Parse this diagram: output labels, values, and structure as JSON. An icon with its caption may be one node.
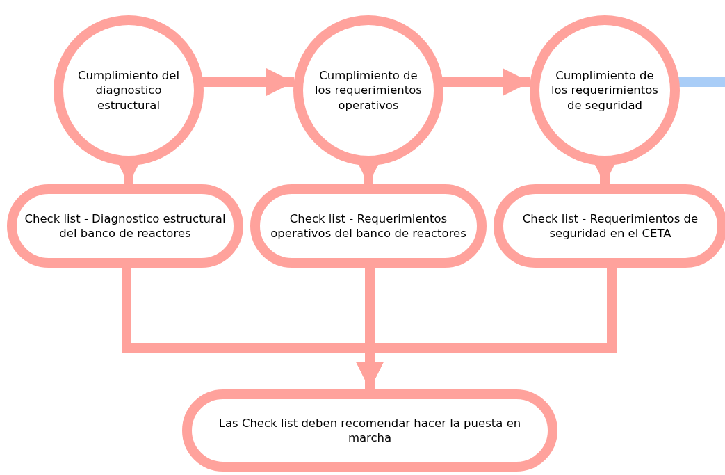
{
  "diagram": {
    "nodes": [
      {
        "text": [
          "Cumplimiento del diagnostico estructural"
        ]
      },
      {
        "text": [
          "Cumplimiento de los requerimientos operativos"
        ]
      },
      {
        "text": [
          "Cumplimiento de los requerimientos de seguridad"
        ]
      },
      {
        "text": [
          "Check list - Diagnostico estructural del banco de reactores"
        ]
      },
      {
        "text": [
          "Check list - Requerimientos operativos del banco de reactores"
        ]
      },
      {
        "text": [
          "Check list - Requerimientos de seguridad en el CETA"
        ]
      },
      {
        "text": [
          "Las Check list deben recomendar hacer la puesta en marcha"
        ]
      }
    ],
    "edges": [
      {
        "from": 0,
        "to": 1,
        "arrow": "to"
      },
      {
        "from": 1,
        "to": 2,
        "arrow": "to"
      },
      {
        "from": 2,
        "to": null,
        "arrow": "none",
        "color": "#a9cdf7"
      },
      {
        "from": 0,
        "to": 3,
        "arrow": "to"
      },
      {
        "from": 1,
        "to": 4,
        "arrow": "to"
      },
      {
        "from": 2,
        "to": 5,
        "arrow": "to"
      },
      {
        "from": 3,
        "to": 6,
        "arrow": "to"
      },
      {
        "from": 4,
        "to": 6,
        "arrow": "to"
      },
      {
        "from": 5,
        "to": 6,
        "arrow": "to"
      }
    ]
  }
}
